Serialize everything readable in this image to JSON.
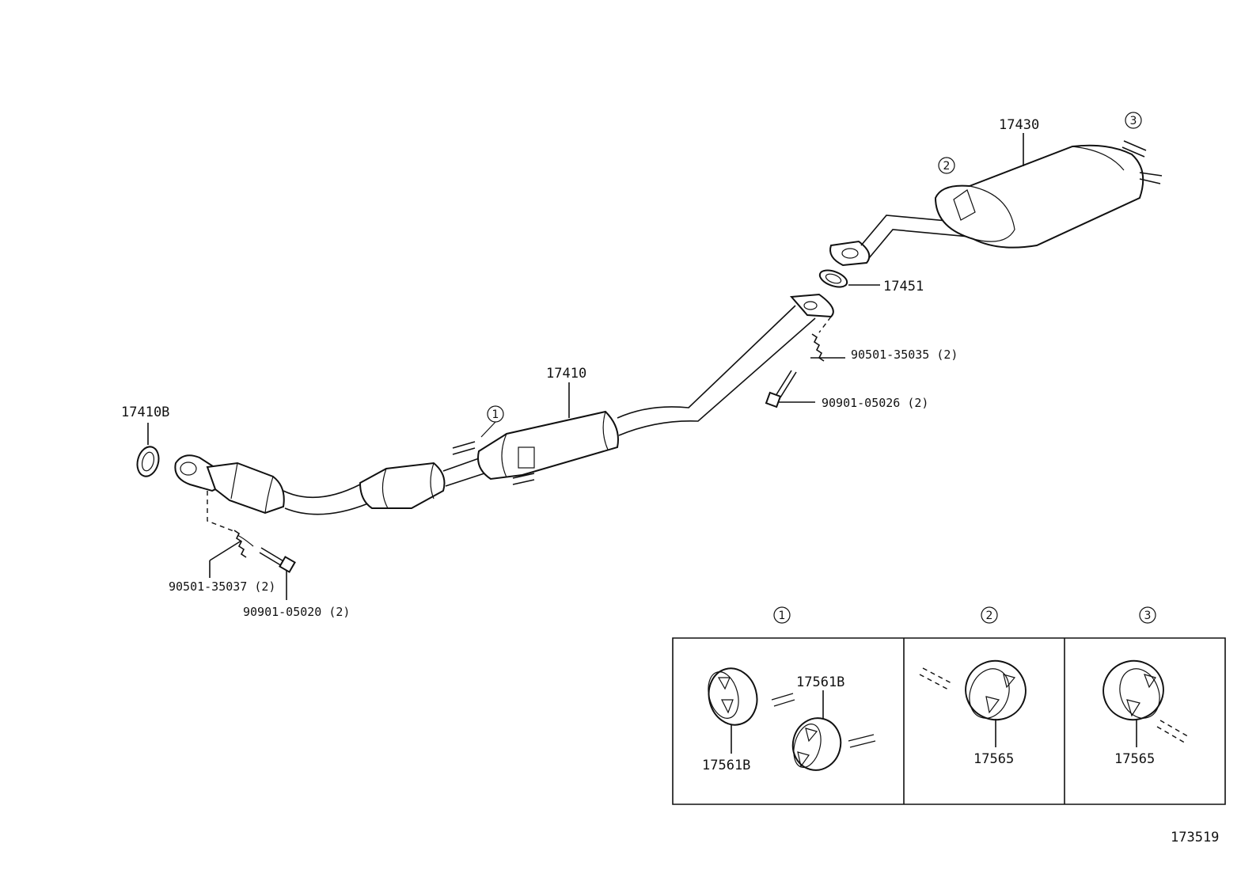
{
  "labels": {
    "front_gasket": "17410B",
    "front_pipe": "17410",
    "muffler": "17430",
    "tail_gasket": "17451",
    "front_spring": "90501-35037 (2)",
    "front_bolt": "90901-05020 (2)",
    "rear_spring": "90501-35035 (2)",
    "rear_bolt": "90901-05026 (2)",
    "hanger_1a": "17561B",
    "hanger_1b": "17561B",
    "hanger_2": "17565",
    "hanger_3": "17565",
    "figure_id": "173519"
  },
  "callouts": {
    "one": "1",
    "two": "2",
    "three": "3"
  },
  "detail_panels": [
    {
      "callout": "1"
    },
    {
      "callout": "2"
    },
    {
      "callout": "3"
    }
  ]
}
